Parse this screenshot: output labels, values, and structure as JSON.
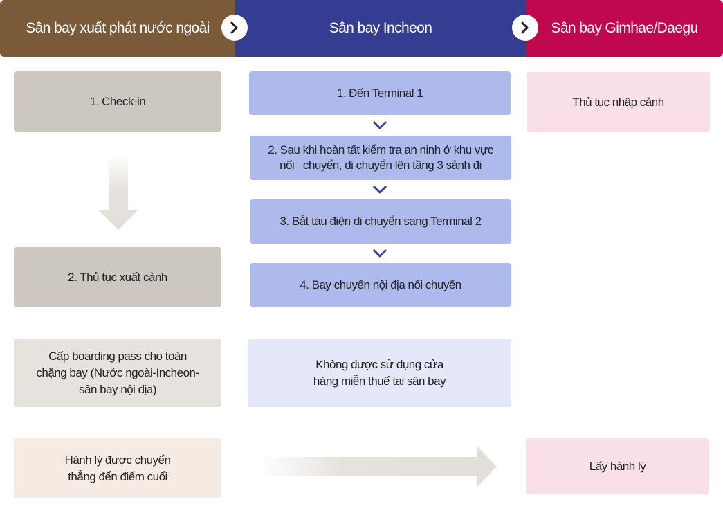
{
  "header": {
    "origin": "Sân bay xuất phát nước ngoài",
    "transfer": "Sân bay Incheon",
    "destination": "Sân bay Gimhae/Daegu",
    "arrow_icon": "chevron-right-icon"
  },
  "origin_column": {
    "step1": "1. Check-in",
    "step2": "2. Thủ tục xuất cảnh",
    "boarding_pass": [
      "Cấp boarding pass cho toàn",
      "chặng bay (Nước ngoài-Incheon-",
      "sân bay nội địa)"
    ],
    "baggage": [
      "Hành lý được chuyển",
      "thẳng đến điểm cuối"
    ]
  },
  "incheon_column": {
    "step1": "1. Đến Terminal 1",
    "step2": [
      "2. Sau khi hoàn tất kiểm tra an ninh ở khu vực",
      "nối   chuyển, di chuyển lên tầng 3 sảnh đi"
    ],
    "step3": "3. Bắt tàu điện di chuyển sang Terminal 2",
    "step4": "4. Bay chuyến nội địa nối chuyến",
    "duty_free": [
      "Không được sử dụng cửa",
      "hàng miễn thuế tại sân bay"
    ]
  },
  "destination_column": {
    "immigration": "Thủ tục nhập cảnh",
    "baggage_claim": "Lấy hành lý"
  },
  "colors": {
    "origin": "#7b5a3a",
    "transfer": "#343d92",
    "destination": "#c0084e"
  }
}
